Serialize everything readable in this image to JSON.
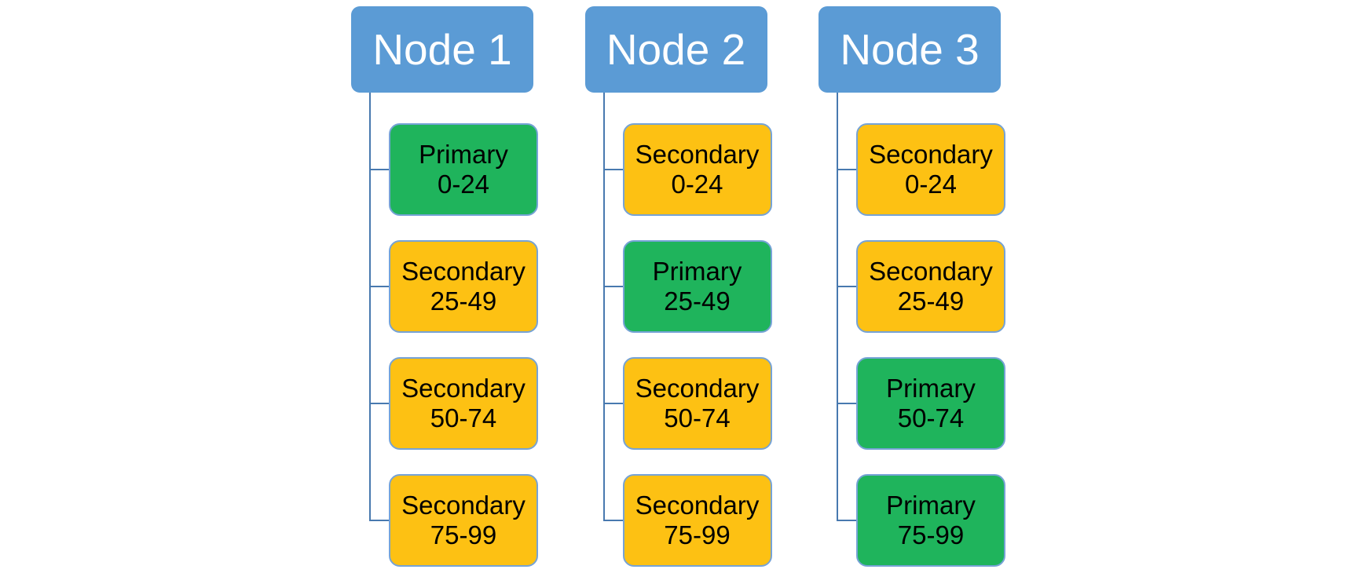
{
  "diagram": {
    "title": "node-shard-hierarchy",
    "background": "#ffffff",
    "colors": {
      "node_header_fill": "#5B9BD5",
      "node_header_text": "#FFFFFF",
      "primary_fill": "#1FB45C",
      "secondary_fill": "#FDC113",
      "shard_border": "#76A3D6",
      "connector": "#4879AF",
      "shard_text": "#000000"
    },
    "nodes": [
      {
        "title": "Node 1",
        "children": [
          {
            "role": "Primary",
            "range": "0-24",
            "type": "primary"
          },
          {
            "role": "Secondary",
            "range": "25-49",
            "type": "secondary"
          },
          {
            "role": "Secondary",
            "range": "50-74",
            "type": "secondary"
          },
          {
            "role": "Secondary",
            "range": "75-99",
            "type": "secondary"
          }
        ]
      },
      {
        "title": "Node 2",
        "children": [
          {
            "role": "Secondary",
            "range": "0-24",
            "type": "secondary"
          },
          {
            "role": "Primary",
            "range": "25-49",
            "type": "primary"
          },
          {
            "role": "Secondary",
            "range": "50-74",
            "type": "secondary"
          },
          {
            "role": "Secondary",
            "range": "75-99",
            "type": "secondary"
          }
        ]
      },
      {
        "title": "Node 3",
        "children": [
          {
            "role": "Secondary",
            "range": "0-24",
            "type": "secondary"
          },
          {
            "role": "Secondary",
            "range": "25-49",
            "type": "secondary"
          },
          {
            "role": "Primary",
            "range": "50-74",
            "type": "primary"
          },
          {
            "role": "Primary",
            "range": "75-99",
            "type": "primary"
          }
        ]
      }
    ]
  }
}
